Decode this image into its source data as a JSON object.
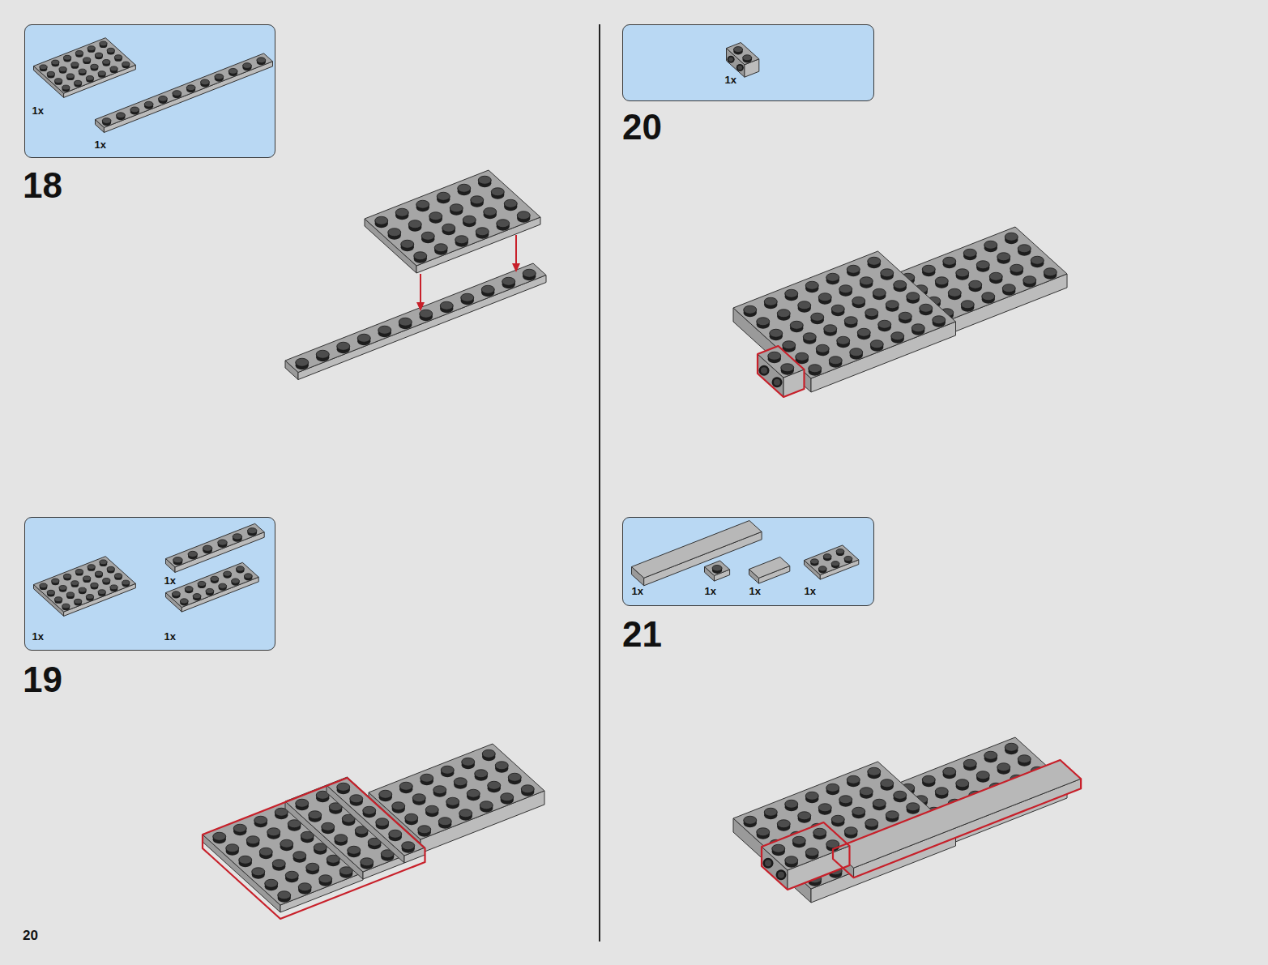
{
  "diagram": {
    "nodes": [
      {
        "text": [
          "1x",
          "1x"
        ]
      },
      {
        "text": [
          "1x",
          "1x",
          "1x"
        ]
      },
      {
        "text": [
          "1x"
        ]
      },
      {
        "text": [
          "1x",
          "1x",
          "1x",
          "1x"
        ]
      }
    ],
    "labels": [
      "18",
      "19",
      "20",
      "21",
      "20"
    ]
  }
}
